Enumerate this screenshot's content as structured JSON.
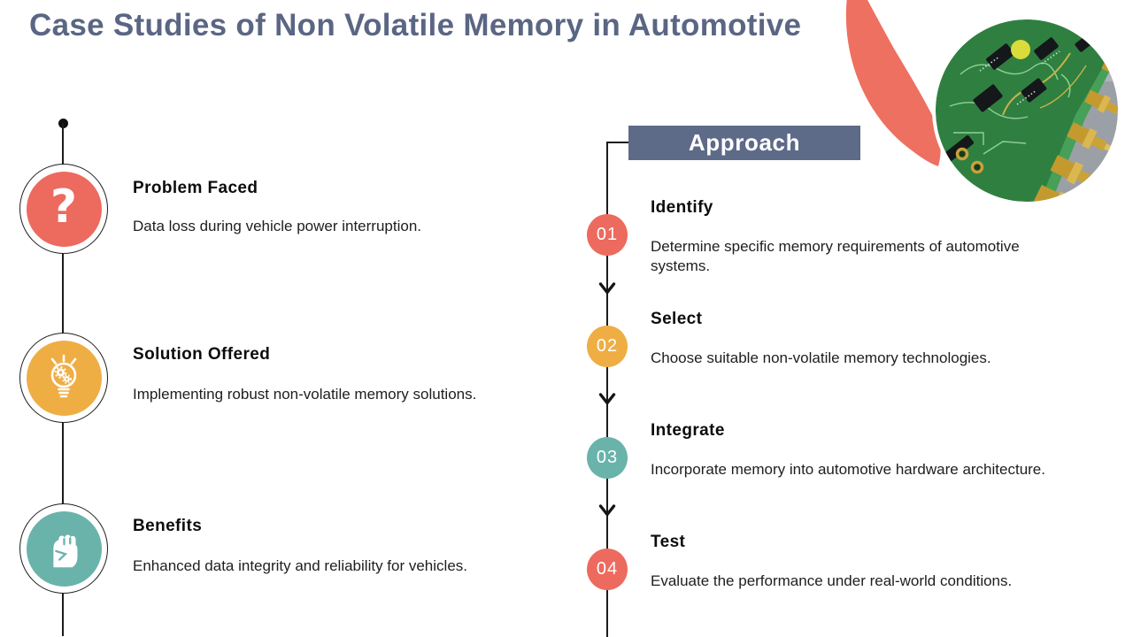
{
  "slide": {
    "title": "Case Studies of Non Volatile Memory in Automotive"
  },
  "colors": {
    "coral": "#ED6A5E",
    "orange": "#EEAE44",
    "teal": "#69B3AB",
    "slate_header": "#5D6A88",
    "title_text": "#5A6683",
    "line": "#1C1C1C"
  },
  "case_study": {
    "items": [
      {
        "icon": "question-mark-icon",
        "color": "#ED6A5E",
        "title": "Problem Faced",
        "description": "Data loss during vehicle power interruption."
      },
      {
        "icon": "lightbulb-gears-icon",
        "color": "#EEAE44",
        "title": "Solution Offered",
        "description": "Implementing robust non-volatile memory solutions."
      },
      {
        "icon": "raised-fist-icon",
        "color": "#69B3AB",
        "title": "Benefits",
        "description": "Enhanced data integrity and reliability for vehicles."
      }
    ]
  },
  "approach": {
    "header": "Approach",
    "steps": [
      {
        "number": "01",
        "color": "#ED6A5E",
        "title": "Identify",
        "description": "Determine specific memory requirements of automotive systems."
      },
      {
        "number": "02",
        "color": "#EEAE44",
        "title": "Select",
        "description": "Choose suitable non-volatile memory technologies."
      },
      {
        "number": "03",
        "color": "#69B3AB",
        "title": "Integrate",
        "description": "Incorporate memory into automotive hardware architecture."
      },
      {
        "number": "04",
        "color": "#ED6A5E",
        "title": "Test",
        "description": "Evaluate the performance under real-world conditions."
      }
    ]
  },
  "decor": {
    "photo": "circuit-board-photo",
    "arc": "coral-arc"
  }
}
